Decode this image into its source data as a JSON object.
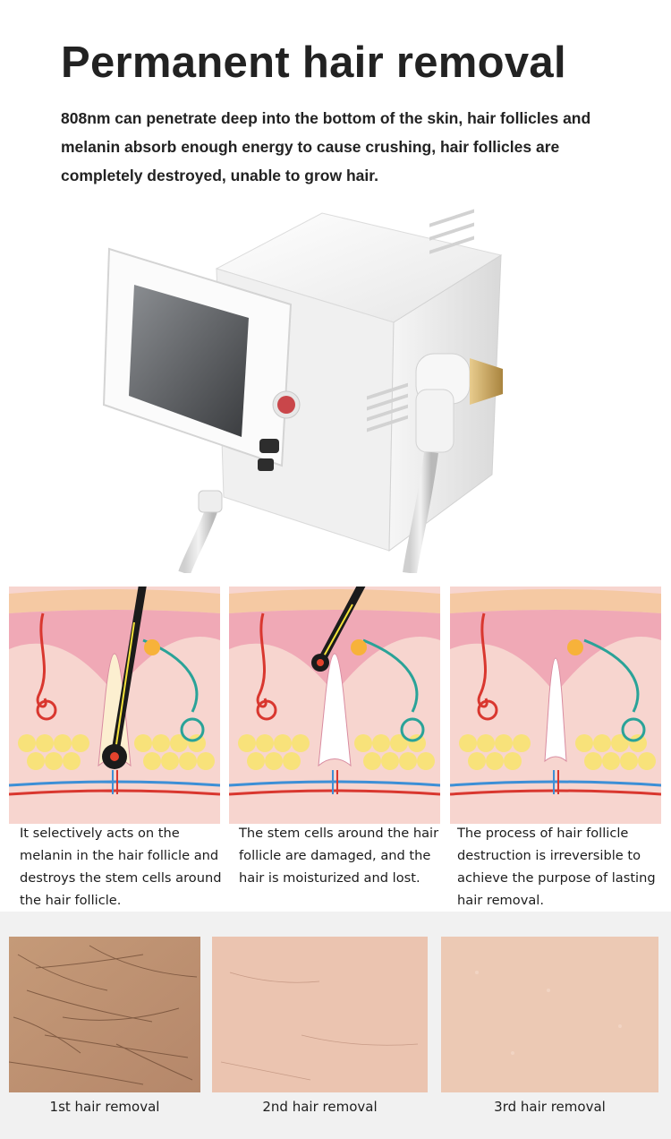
{
  "header": {
    "title": "Permanent hair removal",
    "description": "808nm can penetrate deep into the bottom of the skin, hair follicles and melanin absorb enough energy to cause crushing, hair follicles are completely destroyed, unable to grow hair."
  },
  "diagrams": [
    {
      "caption": "It selectively acts on the melanin in the hair follicle and destroys the stem cells around the hair follicle."
    },
    {
      "caption": "The stem cells around the hair follicle are damaged, and the hair is moisturized and lost."
    },
    {
      "caption": "The process of hair follicle destruction is irreversible to achieve the purpose of lasting hair removal."
    }
  ],
  "results": [
    {
      "label": "1st hair removal"
    },
    {
      "label": "2nd hair removal"
    },
    {
      "label": "3rd hair removal"
    }
  ],
  "colors": {
    "skin_top": "#f3c2c9",
    "skin_pink": "#f0a9b6",
    "fat": "#f8e27a",
    "vessel_red": "#d9372f",
    "vessel_blue": "#3d8fd6",
    "nerve_teal": "#2aa398",
    "machine_white": "#f4f4f4"
  }
}
